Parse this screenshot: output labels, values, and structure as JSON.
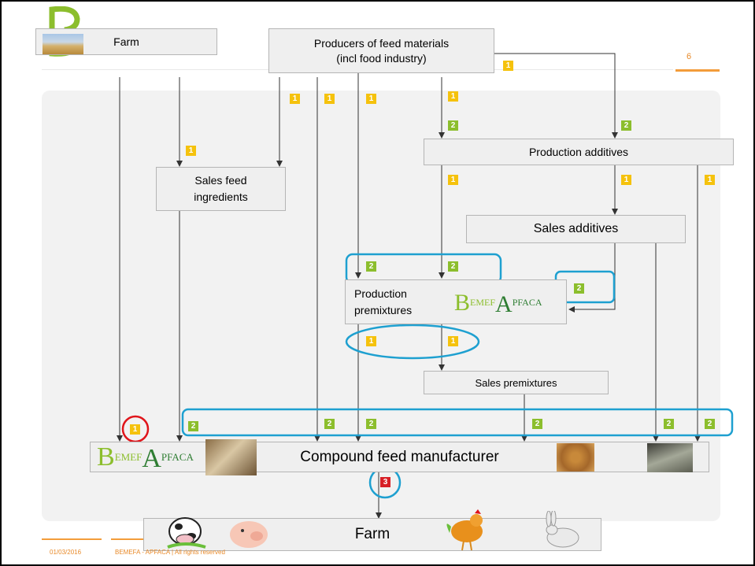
{
  "page": {
    "number": "6"
  },
  "boxes": {
    "farm_top": "Farm",
    "producers": "Producers of feed materials\n(incl food industry)",
    "production_additives": "Production additives",
    "sales_feed_ingredients": "Sales feed\ningredients",
    "sales_additives": "Sales additives",
    "production_premixtures": "Production\npremixtures",
    "sales_premixtures": "Sales premixtures",
    "compound_feed": "Compound feed manufacturer",
    "farm_bottom": "Farm"
  },
  "logo": {
    "b": "B",
    "emef": "EMEF",
    "a": "A",
    "pfaca": "PFACA"
  },
  "footer": {
    "date": "01/03/2016",
    "text": "BEMEFA - APFACA  |  All rights reserved"
  },
  "colors": {
    "badge1": "#f5c20d",
    "badge2": "#8cbe2d",
    "badge3": "#d71f26",
    "highlight": "#1ea0d0",
    "circle_red": "#e0151b",
    "accent": "#f39c3a"
  },
  "badges": {
    "one": "1",
    "two": "2",
    "three": "3"
  }
}
